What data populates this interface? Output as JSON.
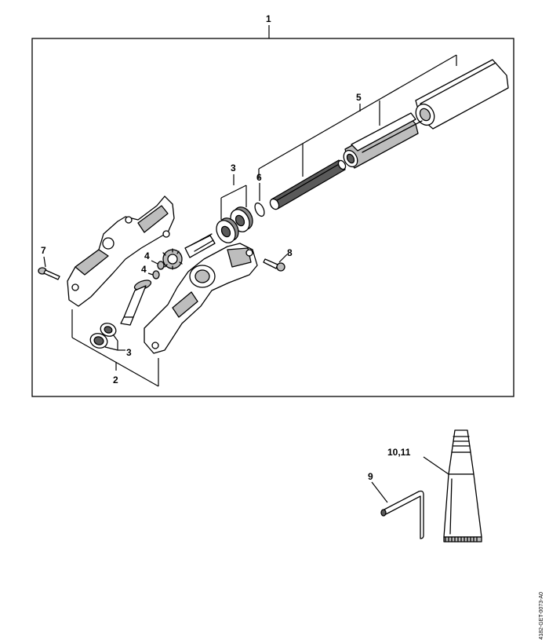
{
  "callouts": {
    "c1": "1",
    "c2": "2",
    "c3a": "3",
    "c3b": "3",
    "c4a": "4",
    "c4b": "4",
    "c5": "5",
    "c6": "6",
    "c7": "7",
    "c8": "8",
    "c9": "9",
    "c10_11": "10,11"
  },
  "doc_ref": "4182-GET-0073-A0"
}
